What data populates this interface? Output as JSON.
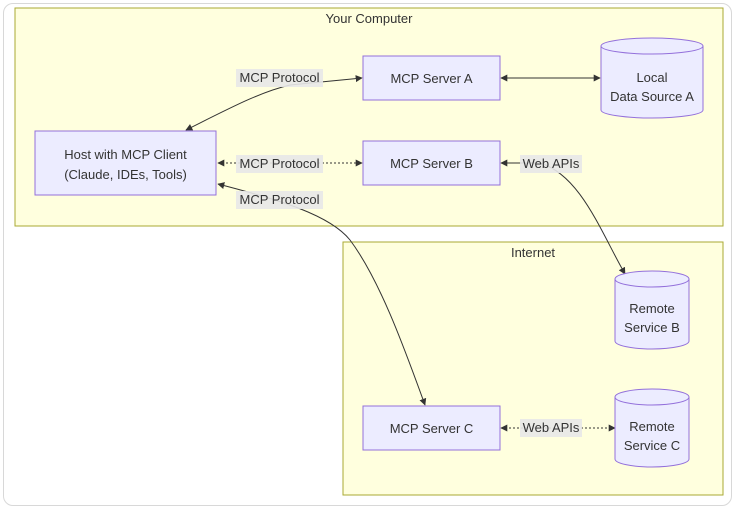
{
  "groups": {
    "your_computer": "Your Computer",
    "internet": "Internet"
  },
  "nodes": {
    "host_line1": "Host with MCP Client",
    "host_line2": "(Claude, IDEs, Tools)",
    "server_a": "MCP Server A",
    "server_b": "MCP Server B",
    "server_c": "MCP Server C",
    "local_a_line1": "Local",
    "local_a_line2": "Data Source A",
    "remote_b_line1": "Remote",
    "remote_b_line2": "Service B",
    "remote_c_line1": "Remote",
    "remote_c_line2": "Service C"
  },
  "edges": {
    "mcp_protocol_a": "MCP Protocol",
    "mcp_protocol_b": "MCP Protocol",
    "mcp_protocol_c": "MCP Protocol",
    "web_apis_b": "Web APIs",
    "web_apis_c": "Web APIs"
  },
  "colors": {
    "group_fill": "#ffffde",
    "group_stroke": "#aaaa33",
    "node_fill": "#ECECFF",
    "node_stroke": "#9370DB",
    "edge": "#333333",
    "label_bg": "#e8e8e8"
  }
}
